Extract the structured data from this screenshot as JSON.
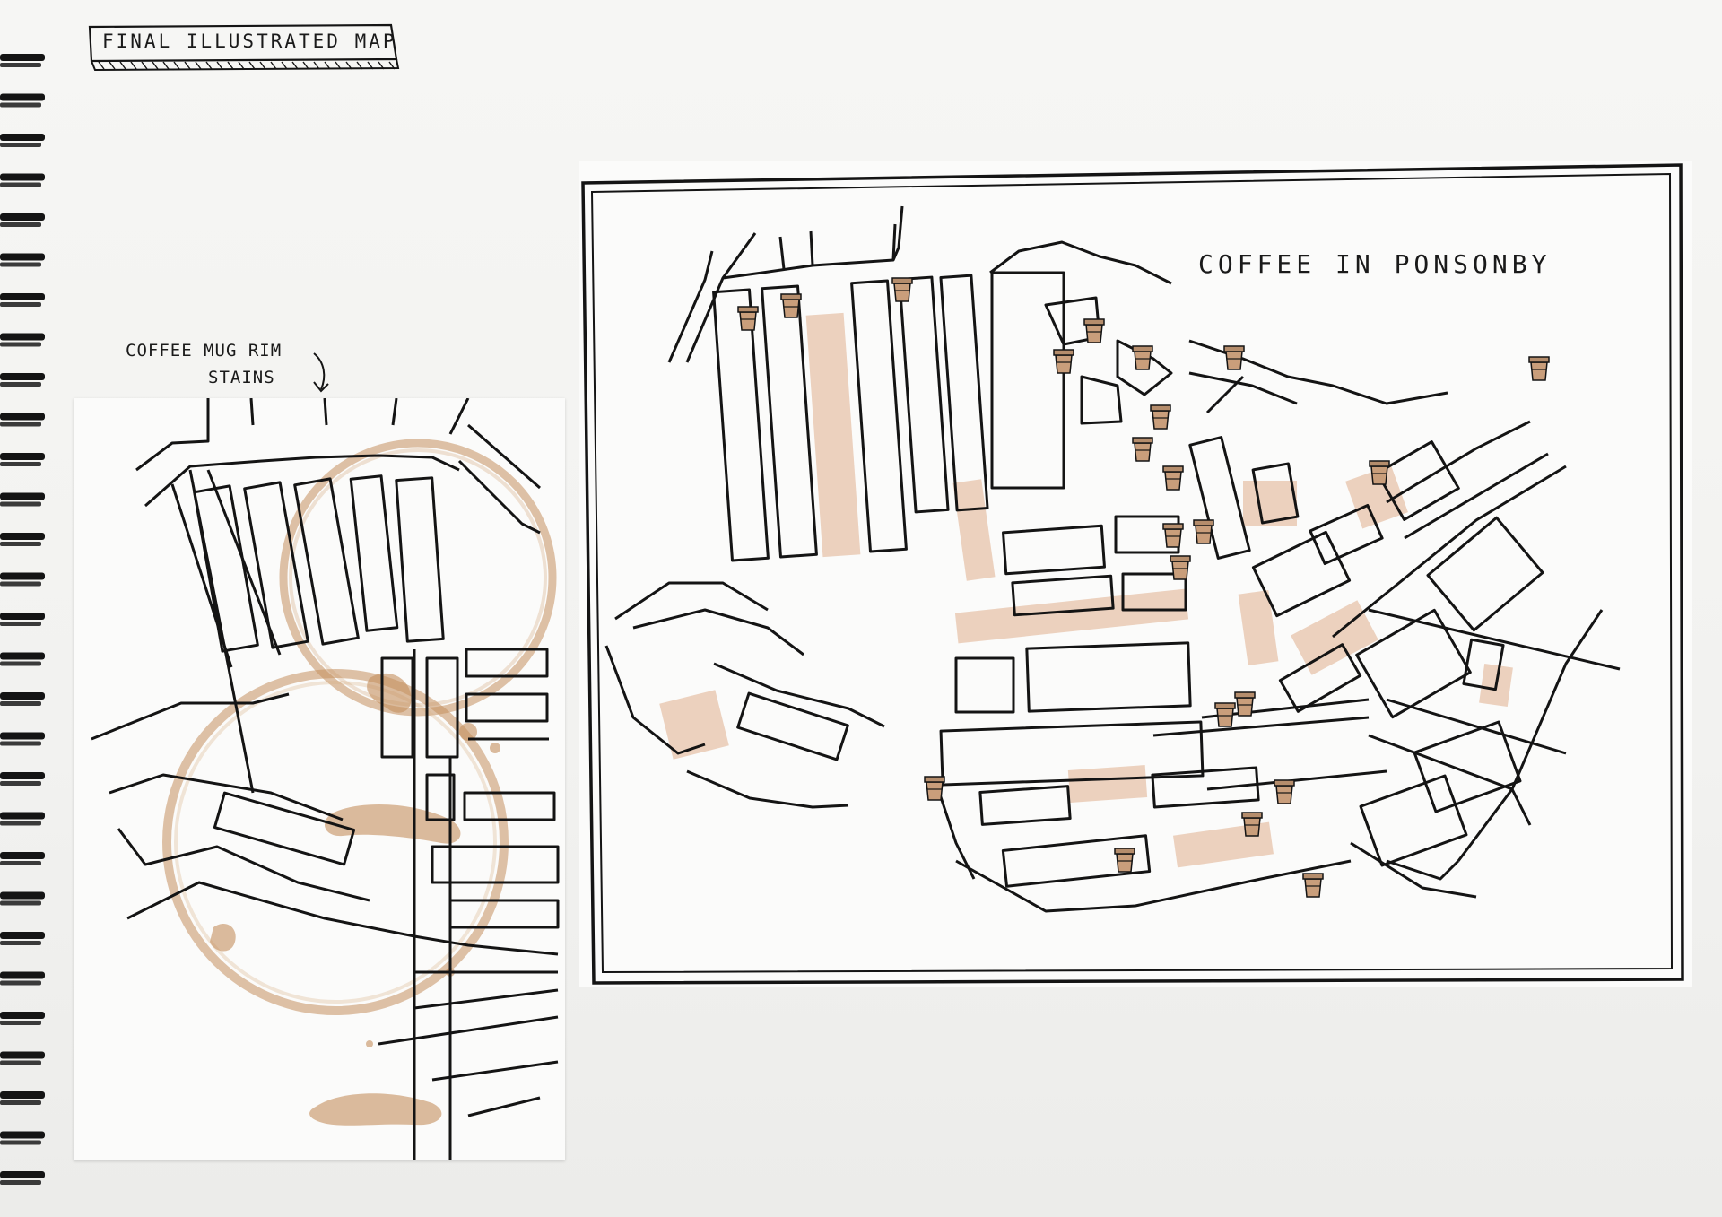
{
  "sketchbook": {
    "title_label": "FINAL ILLUSTRATED MAP",
    "annotation": {
      "line1": "COFFEE MUG RIM",
      "line2": "STAINS"
    }
  },
  "final_map": {
    "title": "COFFEE IN PONSONBY",
    "cafe_marker_icon": "coffee-cup-icon",
    "cafe_marker_count": 22
  },
  "colors": {
    "ink": "#141414",
    "coffee_wash": "#e9c9b3",
    "coffee_stain": "#c48f5e",
    "paper": "#fbfbfa"
  }
}
